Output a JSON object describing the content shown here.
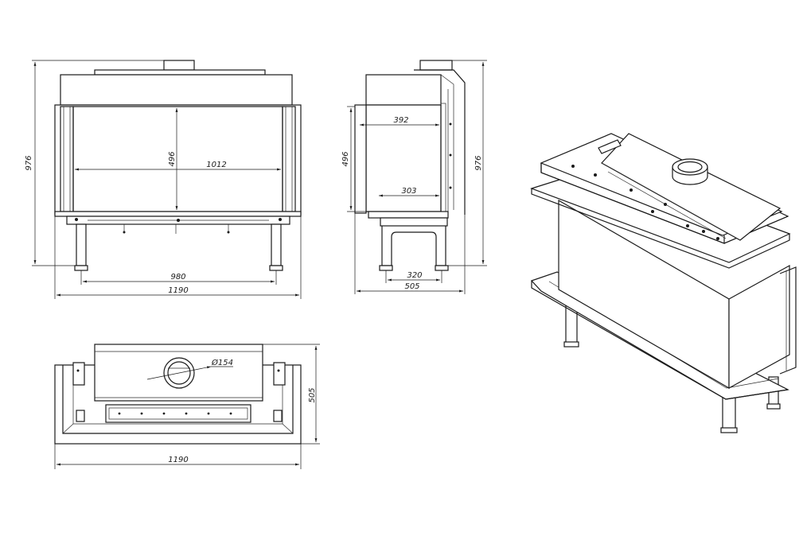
{
  "front_view": {
    "height": "976",
    "glass_height": "496",
    "glass_width": "1012",
    "feet_span": "980",
    "overall_width": "1190"
  },
  "side_view": {
    "top_depth": "392",
    "glass_height": "496",
    "bottom_depth": "303",
    "height": "976",
    "feet_span": "320",
    "overall_depth": "505"
  },
  "top_view": {
    "flue_diameter": "Ø154",
    "depth": "505",
    "overall_width": "1190"
  }
}
